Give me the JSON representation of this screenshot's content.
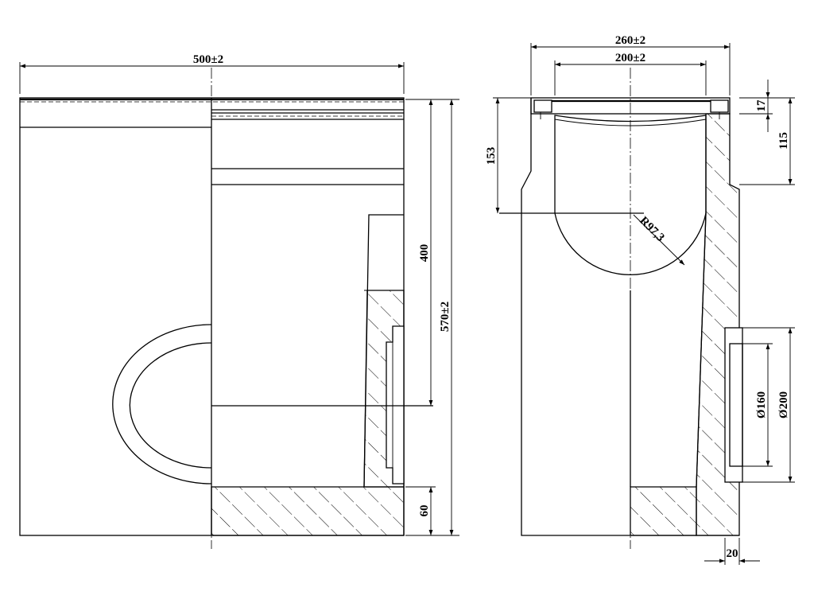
{
  "dimensions": {
    "front_width": "500±2",
    "height_inner": "400",
    "height_total": "570±2",
    "bottom_thickness": "60",
    "top_outer_width": "260±2",
    "top_inner_width": "200±2",
    "depth_153": "153",
    "radius": "R97,3",
    "rim_17": "17",
    "rim_115": "115",
    "pipe_inner": "Ø160",
    "pipe_outer": "Ø200",
    "wall_20": "20"
  },
  "colors": {
    "line": "#000000",
    "background": "#ffffff"
  }
}
